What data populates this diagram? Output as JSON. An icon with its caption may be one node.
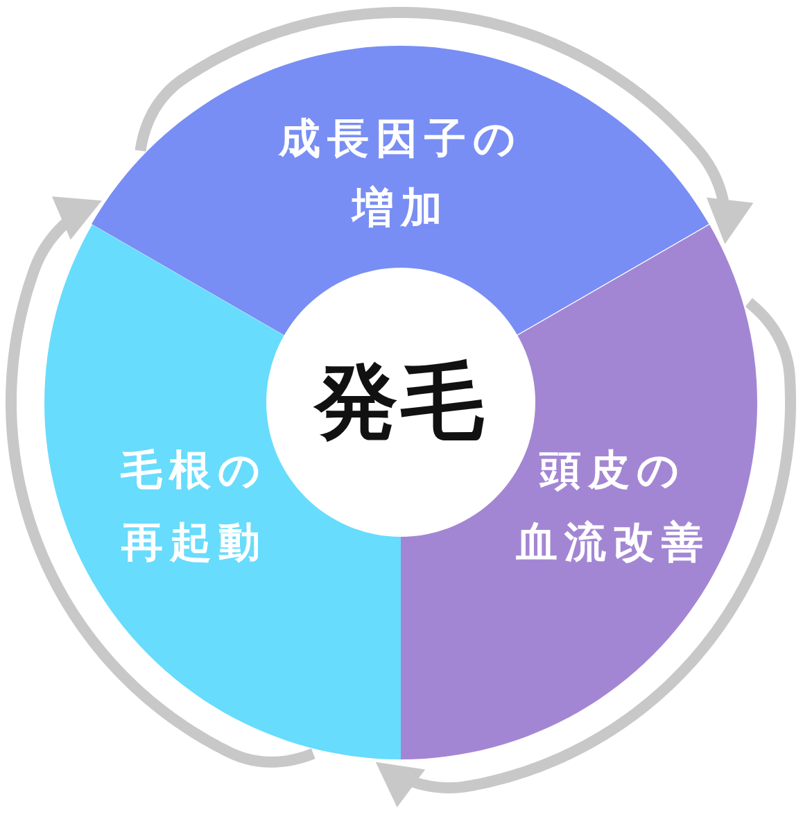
{
  "diagram": {
    "nodes": [
      {
        "text": [
          "成長因子の増加"
        ]
      },
      {
        "text": [
          "発毛"
        ]
      },
      {
        "text": [
          "毛根の再起動"
        ]
      },
      {
        "text": [
          "頭皮の血流改善"
        ]
      }
    ],
    "edges": [
      {
        "from": 0,
        "to": 3,
        "arrow": "to"
      },
      {
        "from": 3,
        "to": 2,
        "arrow": "to"
      },
      {
        "from": 2,
        "to": 0,
        "arrow": "to"
      }
    ]
  }
}
